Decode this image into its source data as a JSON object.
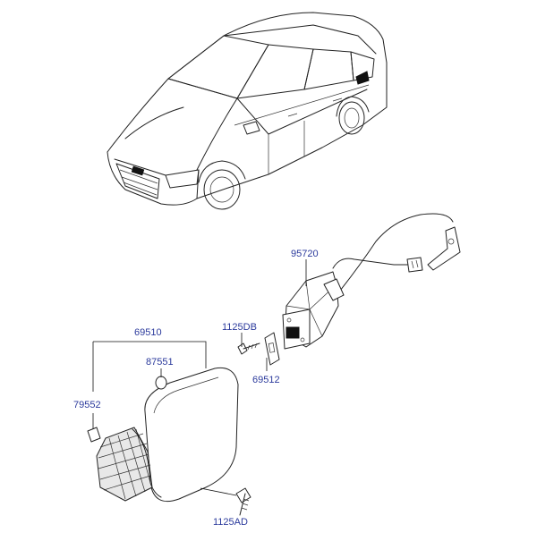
{
  "diagram": {
    "labels": {
      "p95720": "95720",
      "p1125DB": "1125DB",
      "p69510": "69510",
      "p87551": "87551",
      "p69512": "69512",
      "p79552": "79552",
      "p1125AD": "1125AD"
    },
    "parts": [
      {
        "number": "95720",
        "item": "fuel-door-actuator-with-cable"
      },
      {
        "number": "1125DB",
        "item": "screw"
      },
      {
        "number": "69510",
        "item": "fuel-filler-door-assembly"
      },
      {
        "number": "87551",
        "item": "bumper-stopper"
      },
      {
        "number": "69512",
        "item": "hinge-bracket"
      },
      {
        "number": "79552",
        "item": "spring-clip"
      },
      {
        "number": "1125AD",
        "item": "bolt"
      }
    ]
  }
}
